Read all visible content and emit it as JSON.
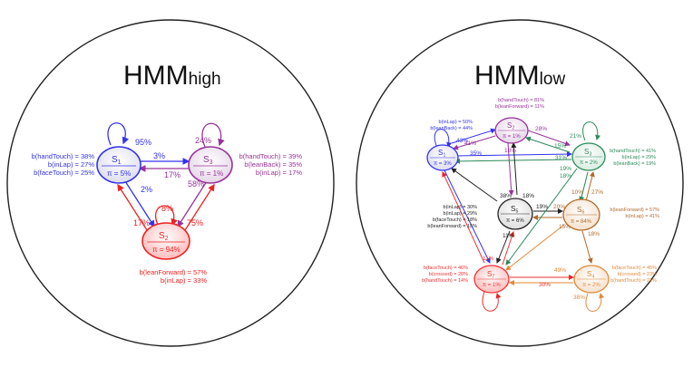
{
  "high": {
    "title_main": "HMM",
    "title_sub": "high",
    "states": [
      {
        "id": "s1",
        "name": "S",
        "sub": "1",
        "pi": "π = 5%",
        "color": "#3333ee"
      },
      {
        "id": "s2",
        "name": "S",
        "sub": "2",
        "pi": "π = 94%",
        "color": "#ee2222"
      },
      {
        "id": "s3",
        "name": "S",
        "sub": "3",
        "pi": "π = 1%",
        "color": "#993399"
      }
    ],
    "edge_labels": {
      "self1": "95%",
      "s1_s3": "3%",
      "s3_s1": "17%",
      "s1_s2": "2%",
      "self3": "24%",
      "s3_s2": "58%",
      "self2": "8%",
      "s2_s1": "17%",
      "s2_s3": "75%"
    },
    "emissions": {
      "s1": [
        "b(handTouch) = 38%",
        "b(inLap) = 27%",
        "b(faceTouch) = 25%"
      ],
      "s3": [
        "b(handTouch) = 39%",
        "b(leanBack) = 35%",
        "b(inLap)  = 17%"
      ],
      "s2": [
        "b(leanForward) = 57%",
        "b(inLap) = 33%"
      ]
    }
  },
  "low": {
    "title_main": "HMM",
    "title_sub": "low",
    "states": [
      {
        "id": "s1",
        "name": "S",
        "sub": "1",
        "pi": "π = 3%",
        "color": "#3333ee"
      },
      {
        "id": "s2",
        "name": "S",
        "sub": "2",
        "pi": "π = 1%",
        "color": "#993399"
      },
      {
        "id": "s3",
        "name": "S",
        "sub": "3",
        "pi": "π = 2%",
        "color": "#2a8a5a"
      },
      {
        "id": "s4",
        "name": "S",
        "sub": "4",
        "pi": "π = 2%",
        "color": "#e08a3a"
      },
      {
        "id": "s5",
        "name": "S",
        "sub": "5",
        "pi": "π = 6%",
        "color": "#222222"
      },
      {
        "id": "s6",
        "name": "S",
        "sub": "6",
        "pi": "π = 84%",
        "color": "#b06a2a"
      },
      {
        "id": "s7",
        "name": "S",
        "sub": "7",
        "pi": "π = 1%",
        "color": "#ee3333"
      }
    ],
    "edge_labels": {
      "l43": "43%",
      "l41": "41%",
      "l35": "35%",
      "l28": "28%",
      "l18a": "18%",
      "l15": "15%",
      "l21": "21%",
      "l31": "31%",
      "l19": "19%",
      "l18b": "18%",
      "l38": "38%",
      "l18c": "18%",
      "l19b": "19%",
      "l10": "10%",
      "l27": "27%",
      "l20": "20%",
      "l15b": "15%",
      "l18d": "18%",
      "l11": "11%",
      "l11b": "11%",
      "l52": "52%",
      "l30": "30%",
      "l49": "49%",
      "l38b": "38%"
    },
    "emissions": {
      "s1": [
        "b(inLap) = 50%",
        "b(leanBack) = 44%"
      ],
      "s2": [
        "b(handTouch) = 81%",
        "b(leanForward) = 11%"
      ],
      "s3": [
        "b(handTouch) = 41%",
        "b(inLap) = 29%",
        "b(leanBack) = 19%"
      ],
      "s5": [
        "b(inLap) = 30%",
        "b(inLap) = 29%",
        "b(faceTouch) = 18%",
        "b(leanForward) = 15%"
      ],
      "s6": [
        "b(leanForward) = 57%",
        "b(inLap) = 41%"
      ],
      "s7": [
        "b(faceTouch) = 46%",
        "b(crossed) = 28%",
        "b(handTouch) = 14%"
      ],
      "s4": [
        "b(faceTouch) = 45%",
        "b(crossed) = 23%",
        "b(handTouch) = 21%"
      ]
    }
  }
}
